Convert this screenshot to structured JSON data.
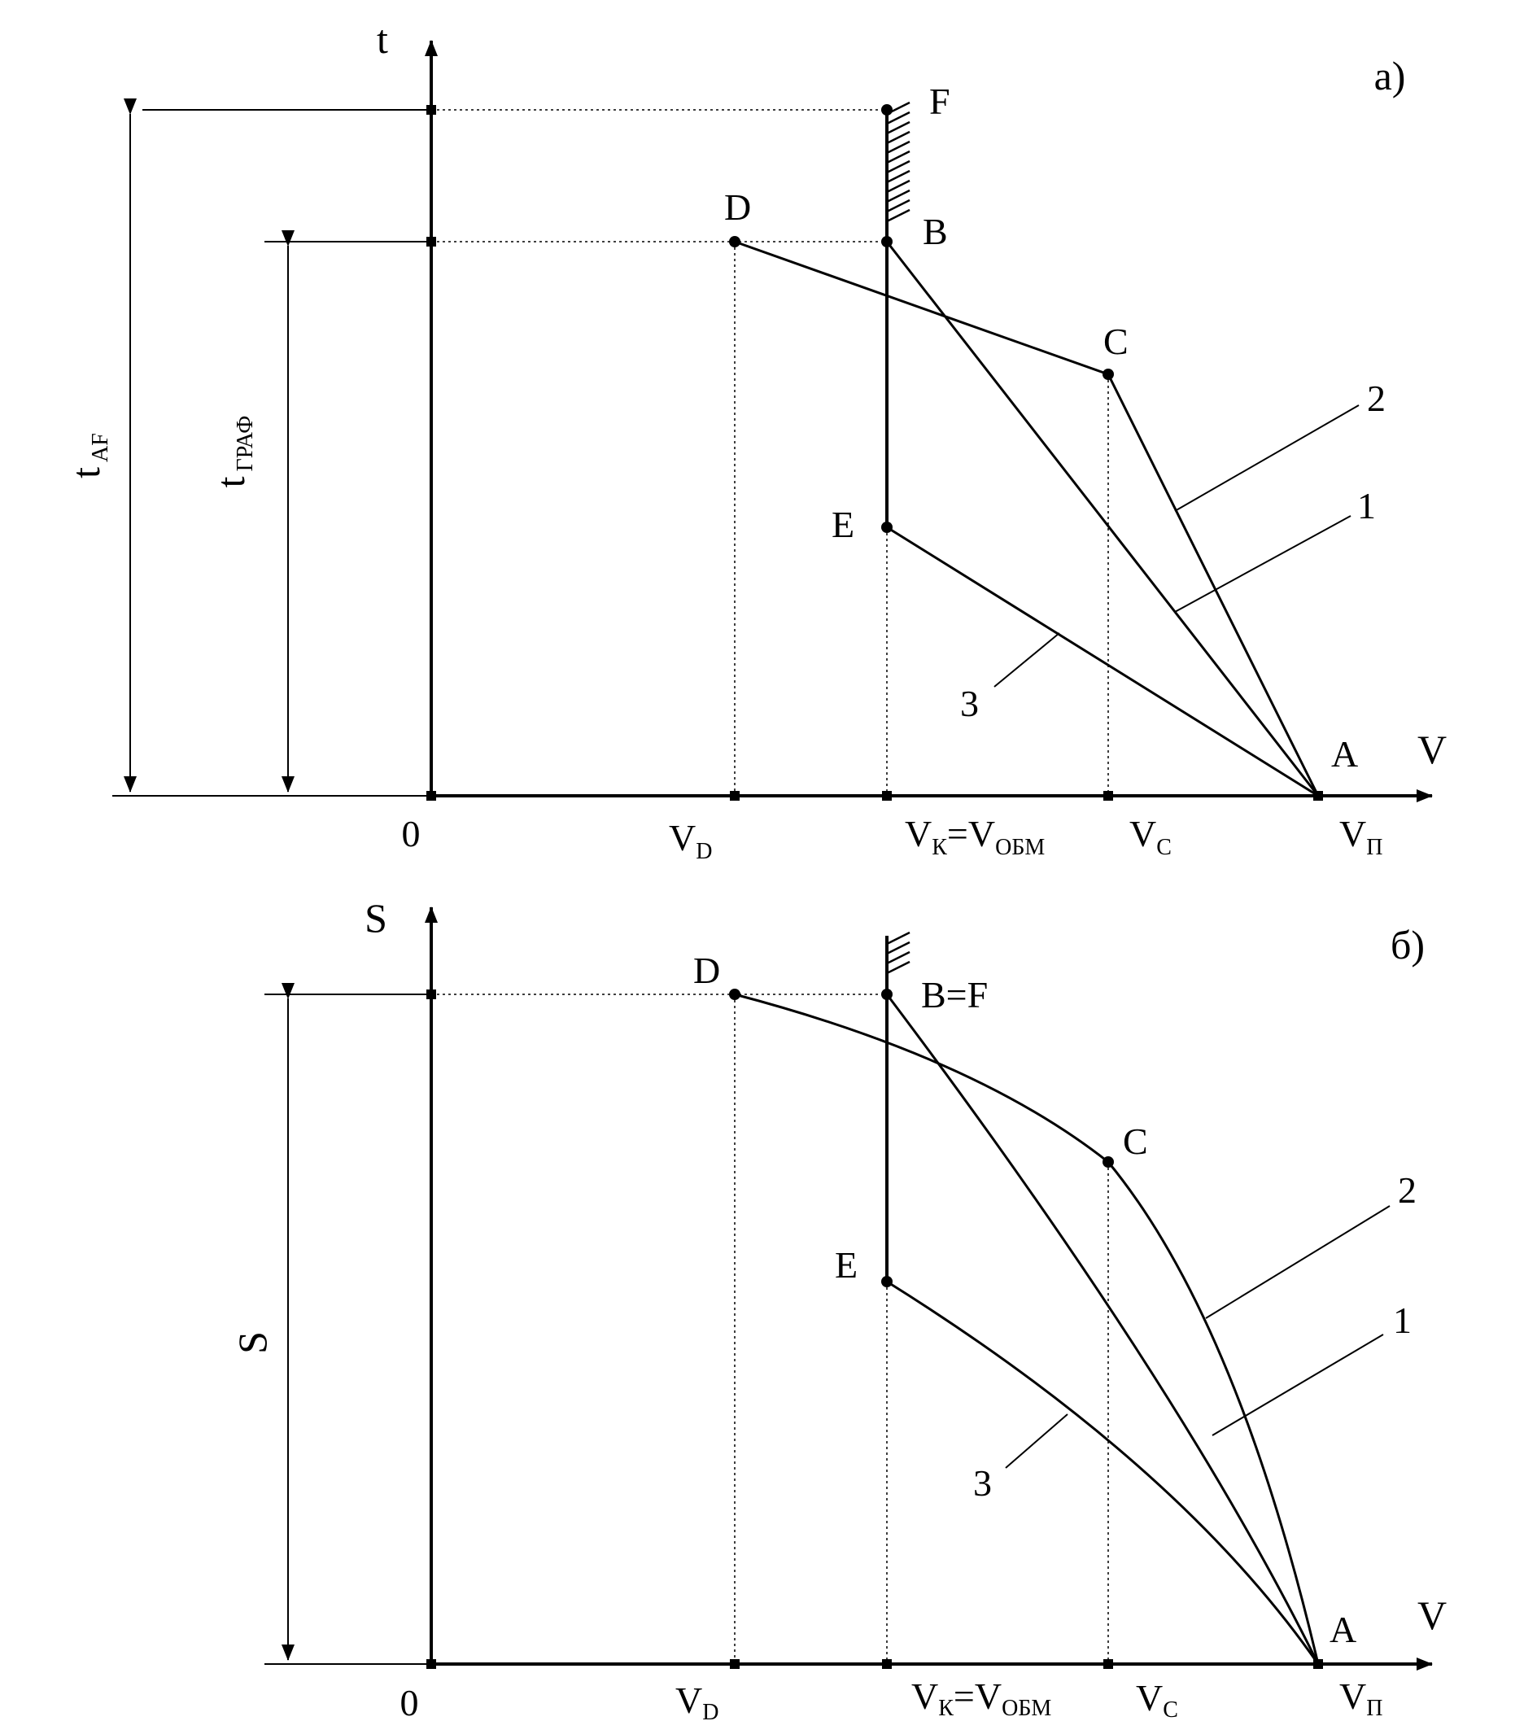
{
  "panel_a": {
    "tag": "а)",
    "y_axis": "t",
    "x_axis": "V",
    "origin": "0",
    "points": {
      "F": "F",
      "D": "D",
      "B": "B",
      "C": "C",
      "E": "E",
      "A": "A"
    },
    "curves": {
      "c1": "1",
      "c2": "2",
      "c3": "3"
    },
    "dim_outer": {
      "main": "t",
      "sub": "AF"
    },
    "dim_inner": {
      "main": "t",
      "sub": "ГРАФ"
    },
    "ticks": {
      "vd": {
        "main": "V",
        "sub": "D"
      },
      "vk": {
        "main": "V",
        "sub": "К"
      },
      "eq": "=",
      "vobm": {
        "main": "V",
        "sub": "ОБМ"
      },
      "vc": {
        "main": "V",
        "sub": "C"
      },
      "vp": {
        "main": "V",
        "sub": "П"
      }
    }
  },
  "panel_b": {
    "tag": "б)",
    "y_axis": "S",
    "x_axis": "V",
    "origin": "0",
    "points": {
      "D": "D",
      "BF": "B=F",
      "C": "C",
      "E": "E",
      "A": "A"
    },
    "curves": {
      "c1": "1",
      "c2": "2",
      "c3": "3"
    },
    "dim": "S",
    "ticks": {
      "vd": {
        "main": "V",
        "sub": "D"
      },
      "vk": {
        "main": "V",
        "sub": "К"
      },
      "eq": "=",
      "vobm": {
        "main": "V",
        "sub": "ОБМ"
      },
      "vc": {
        "main": "V",
        "sub": "C"
      },
      "vp": {
        "main": "V",
        "sub": "П"
      }
    }
  }
}
